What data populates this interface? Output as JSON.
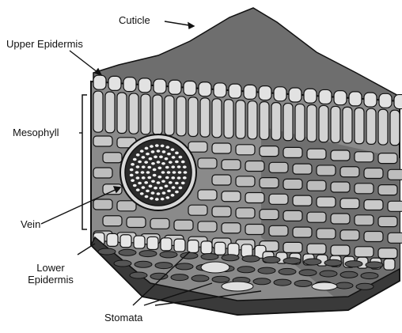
{
  "labels": {
    "cuticle": "Cuticle",
    "upper_epidermis": "Upper Epidermis",
    "mesophyll": "Mesophyll",
    "vein": "Vein",
    "lower_epidermis_line1": "Lower",
    "lower_epidermis_line2": "Epidermis",
    "stomata": "Stomata"
  },
  "colors": {
    "cuticle": "#6e6e6e",
    "cell_fill": "#d6d6d6",
    "cell_dark": "#5a5a5a",
    "outline": "#111111",
    "interior": "#8a8a8a"
  }
}
